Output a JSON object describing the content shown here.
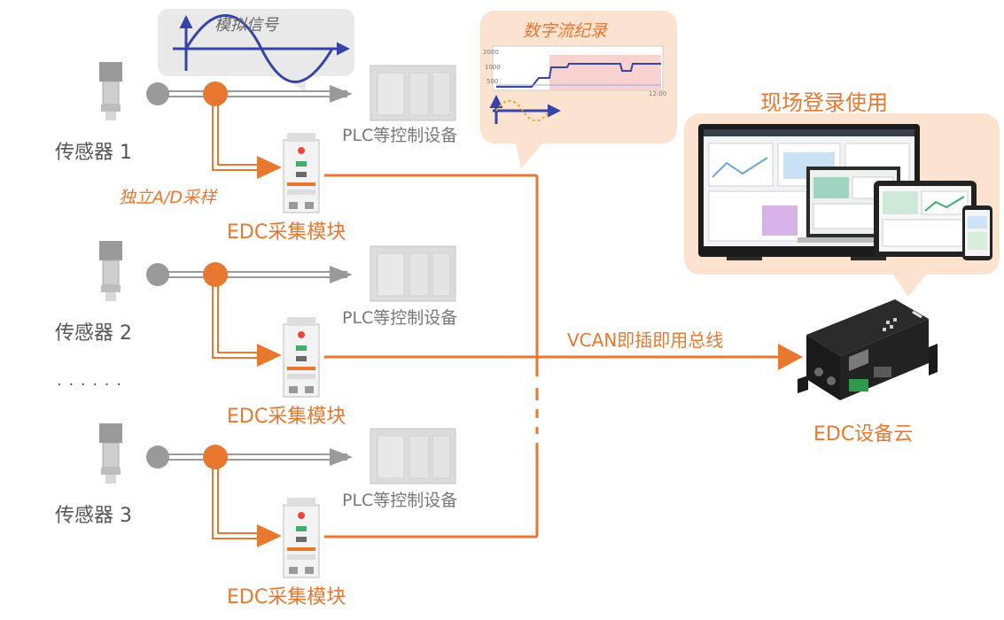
{
  "labels": {
    "analog_signal": "模拟信号",
    "digital_record": "数字流纪录",
    "onsite_login": "现场登录使用",
    "independent_ad": "独立A/D采样",
    "bus": "VCAN即插即用总线",
    "cloud": "EDC设备云",
    "ellipsis": "· · · · · ·"
  },
  "rows": [
    {
      "sensor": "传感器 1",
      "plc": "PLC等控制设备",
      "module": "EDC采集模块"
    },
    {
      "sensor": "传感器 2",
      "plc": "PLC等控制设备",
      "module": "EDC采集模块"
    },
    {
      "sensor": "传感器 3",
      "plc": "PLC等控制设备",
      "module": "EDC采集模块"
    }
  ],
  "mini_chart": {
    "y_ticks": [
      "2000",
      "1000",
      "500"
    ],
    "x_ticks": [
      "12:00"
    ]
  },
  "colors": {
    "orange": "#e8782f",
    "gray_line": "#9a9a9a",
    "bubble": "#fbe3d0",
    "analog_bubble": "#e9e9e9",
    "wave_blue": "#3444a8"
  }
}
